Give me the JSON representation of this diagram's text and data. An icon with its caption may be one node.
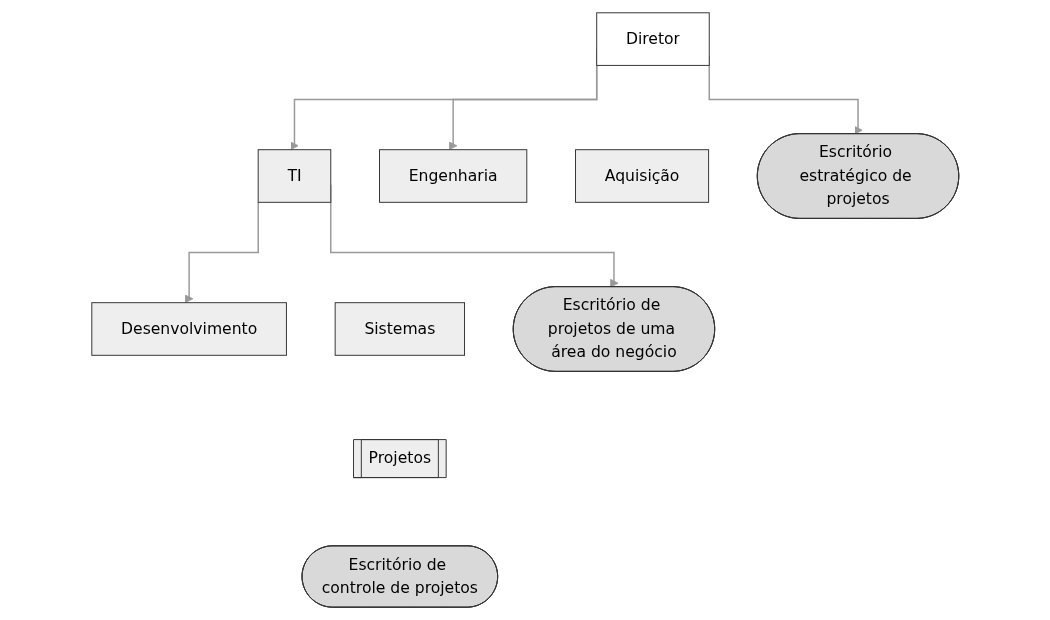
{
  "diagram": {
    "nodes": [
      {
        "text": [
          "Diretor"
        ]
      },
      {
        "text": [
          "TI"
        ]
      },
      {
        "text": [
          "Engenharia"
        ]
      },
      {
        "text": [
          "Aquisição"
        ]
      },
      {
        "text": [
          "Escritório estratégico de projetos"
        ]
      },
      {
        "text": [
          "Desenvolvimento"
        ]
      },
      {
        "text": [
          "Sistemas"
        ]
      },
      {
        "text": [
          "Escritório de projetos de uma área do negócio"
        ]
      },
      {
        "text": [
          "Projetos"
        ]
      },
      {
        "text": [
          "Escritório de controle de projetos"
        ]
      }
    ],
    "edges": [
      {
        "from": 0,
        "to": 1,
        "arrow": "to"
      },
      {
        "from": 0,
        "to": 2,
        "arrow": "to"
      },
      {
        "from": 0,
        "to": 4,
        "arrow": "to"
      },
      {
        "from": 1,
        "to": 5,
        "arrow": "to"
      },
      {
        "from": 1,
        "to": 7,
        "arrow": "to"
      }
    ]
  }
}
